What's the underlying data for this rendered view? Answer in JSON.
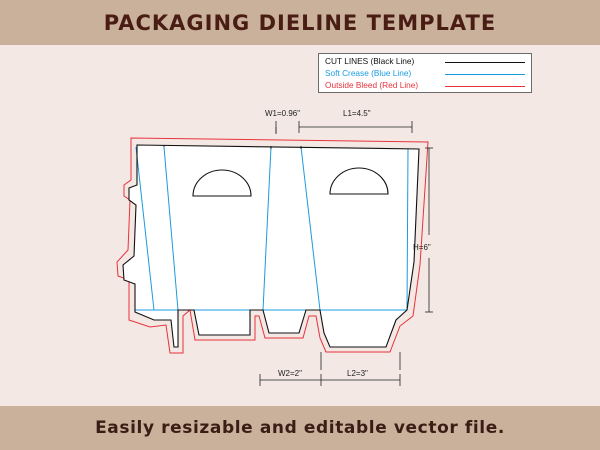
{
  "header": {
    "title": "PACKAGING DIELINE TEMPLATE"
  },
  "legend": {
    "items": [
      {
        "label": "CUT LINES (Black Line)",
        "color": "#111111"
      },
      {
        "label": "Soft Crease (Blue Line)",
        "color": "#1a9be0"
      },
      {
        "label": "Outside Bleed (Red Line)",
        "color": "#e8323c"
      }
    ]
  },
  "dimensions": {
    "w1": "W1=0.96\"",
    "l1": "L1=4.5\"",
    "h": "H=6\"",
    "w2": "W2=2\"",
    "l2": "L2=3\""
  },
  "footer": {
    "text": "Easily resizable and editable vector file."
  },
  "colors": {
    "band": "#c9b19c",
    "background": "#f3e8e3",
    "title_text": "#4a1d14",
    "cut": "#111111",
    "crease": "#1a9be0",
    "bleed": "#e8323c"
  }
}
